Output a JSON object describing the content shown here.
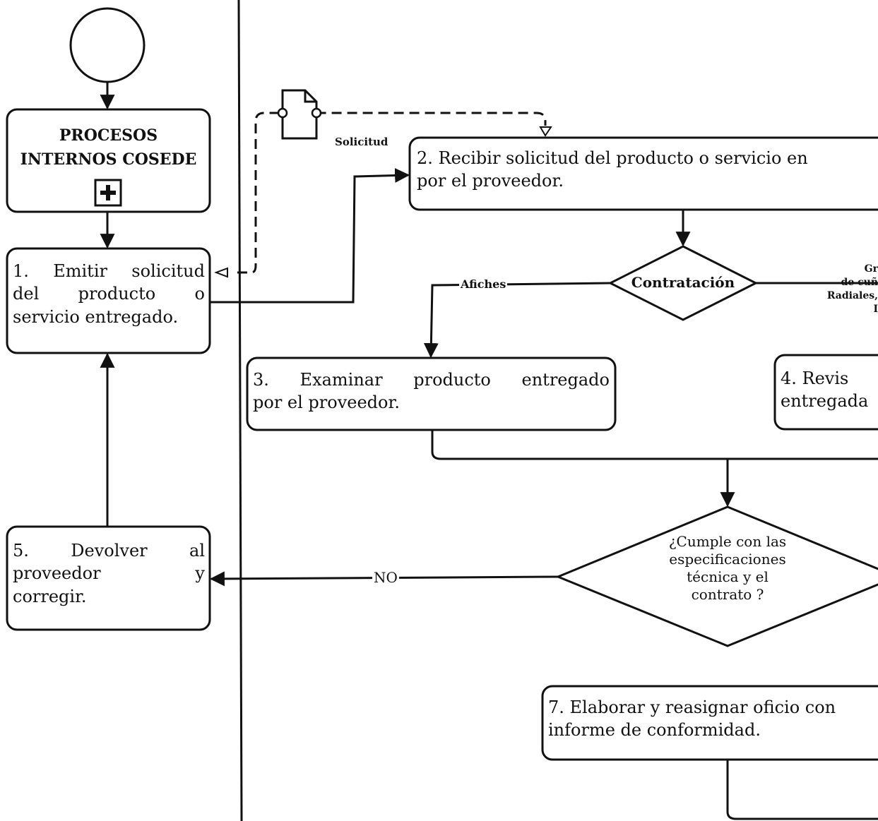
{
  "start_event": {
    "type": "start"
  },
  "subprocess": {
    "label_line1": "PROCESOS",
    "label_line2": "INTERNOS COSEDE",
    "marker": "+"
  },
  "data_object": {
    "label": "Solicitud"
  },
  "tasks": {
    "t1": {
      "lines": [
        "1. Emitir solicitud",
        "del producto o",
        "servicio entregado."
      ]
    },
    "t2": {
      "lines": [
        "2. Recibir solicitud del producto o servicio en",
        "por el proveedor."
      ]
    },
    "t3": {
      "lines": [
        "3. Examinar producto entregado",
        "por el proveedor."
      ]
    },
    "t4": {
      "lines": [
        "4. Revis",
        "entregada"
      ]
    },
    "t5": {
      "lines": [
        "5. Devolver al",
        "proveedor y",
        "corregir."
      ]
    },
    "t7": {
      "lines": [
        "7. Elaborar y reasignar oficio con",
        "informe de conformidad."
      ]
    }
  },
  "gateways": {
    "g1": {
      "label": "Contratación",
      "branch_left": "Afiches",
      "branch_right_lines": [
        "Gr",
        "de cuñ",
        "Radiales,",
        "I"
      ]
    },
    "g2": {
      "lines": [
        "¿Cumple con las",
        "especificaciones",
        "técnica y el",
        "contrato ?"
      ],
      "branch_no": "NO"
    }
  },
  "colors": {
    "stroke": "#111111",
    "background": "#ffffff"
  }
}
